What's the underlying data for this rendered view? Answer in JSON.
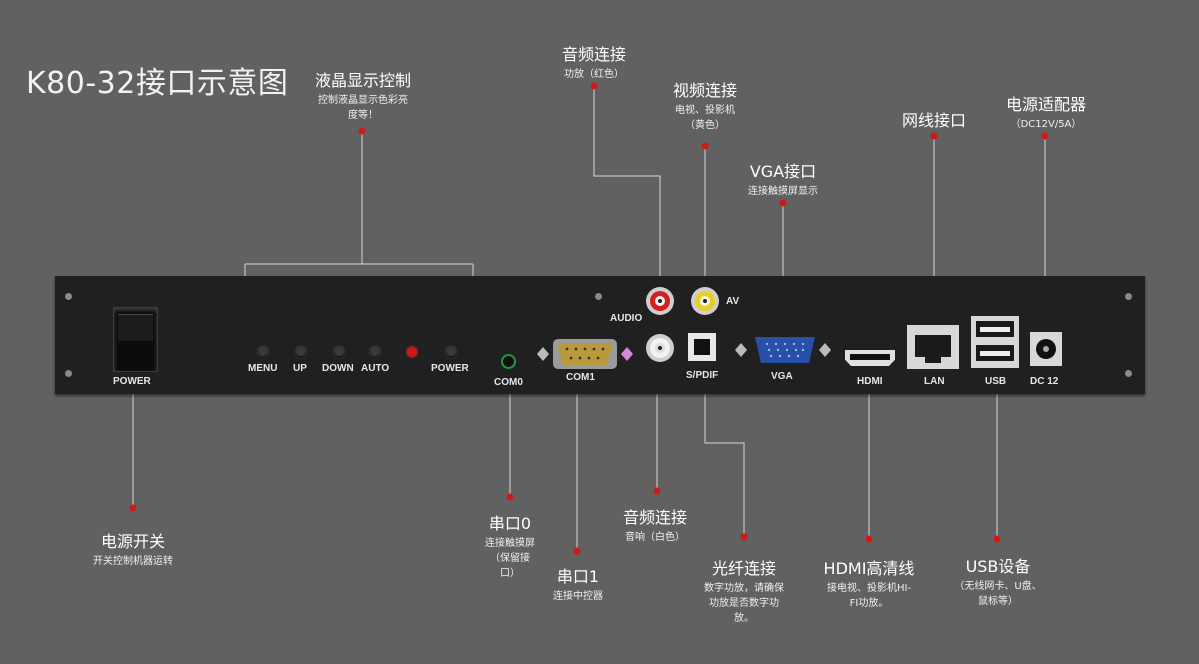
{
  "title": "K80-32接口示意图",
  "callouts": {
    "lcd": {
      "heading": "液晶显示控制",
      "desc_1": "控制液晶显示色彩亮",
      "desc_2": "度等！"
    },
    "audio_top": {
      "heading": "音频连接",
      "desc": "功放（红色）"
    },
    "video": {
      "heading": "视频连接",
      "desc_1": "电视、投影机",
      "desc_2": "（黄色）"
    },
    "vga": {
      "heading": "VGA接口",
      "desc": "连接触摸屏显示"
    },
    "lan": {
      "heading": "网线接口"
    },
    "dc": {
      "heading": "电源适配器",
      "desc": "（DC12V/5A）"
    },
    "power_switch": {
      "heading": "电源开关",
      "desc": "开关控制机器运转"
    },
    "com0": {
      "heading": "串口0",
      "desc_1": "连接触摸屏",
      "desc_2": "（保留接",
      "desc_3": "口）"
    },
    "com1": {
      "heading": "串口1",
      "desc": "连接中控器"
    },
    "audio_bottom": {
      "heading": "音频连接",
      "desc": "音响（白色）"
    },
    "spdif": {
      "heading": "光纤连接",
      "desc_1": "数字功放，请确保",
      "desc_2": "功放是否数字功",
      "desc_3": "放。"
    },
    "hdmi": {
      "heading": "HDMI高清线",
      "desc_1": "接电视、投影机HI-",
      "desc_2": "FI功放。"
    },
    "usb": {
      "heading": "USB设备",
      "desc_1": "（无线网卡、U盘、",
      "desc_2": "鼠标等）"
    }
  },
  "panel_labels": {
    "power": "POWER",
    "menu": "MENU",
    "up": "UP",
    "down": "DOWN",
    "auto": "AUTO",
    "power2": "POWER",
    "com0": "COM0",
    "com1": "COM1",
    "audio": "AUDIO",
    "av": "AV",
    "spdif": "S/PDIF",
    "vga": "VGA",
    "hdmi": "HDMI",
    "lan": "LAN",
    "usb": "USB",
    "dc": "DC  12"
  },
  "colors": {
    "background": "#616161",
    "panel": "#202020",
    "callout_dot": "#d01818",
    "leader_line": "#d8d8d8",
    "audio_red": "#d42020",
    "av_yellow": "#e8d020",
    "vga_blue": "#2a4fa8"
  }
}
